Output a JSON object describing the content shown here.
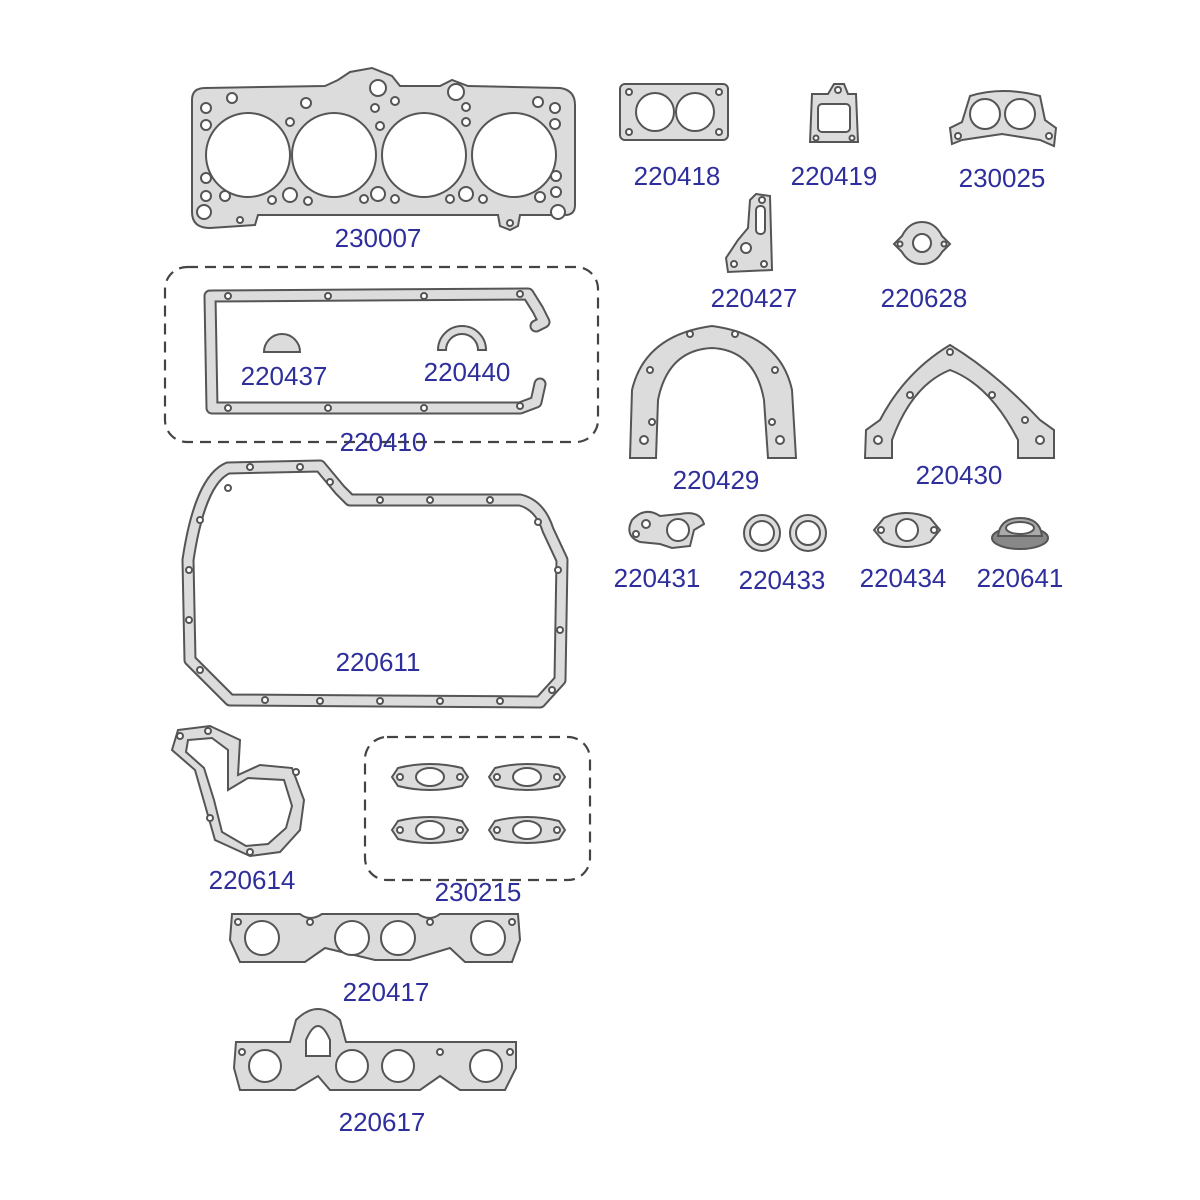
{
  "colors": {
    "label": "#2e2e9c",
    "gasket_fill": "#dcdcdc",
    "outline": "#555555"
  },
  "parts": {
    "p230007": "230007",
    "p220418": "220418",
    "p220419": "220419",
    "p230025": "230025",
    "p220427": "220427",
    "p220628": "220628",
    "p220437": "220437",
    "p220440": "220440",
    "p220410": "220410",
    "p220429": "220429",
    "p220430": "220430",
    "p220431": "220431",
    "p220433": "220433",
    "p220434": "220434",
    "p220641": "220641",
    "p220611": "220611",
    "p220614": "220614",
    "p230215": "230215",
    "p220417": "220417",
    "p220617": "220617"
  }
}
